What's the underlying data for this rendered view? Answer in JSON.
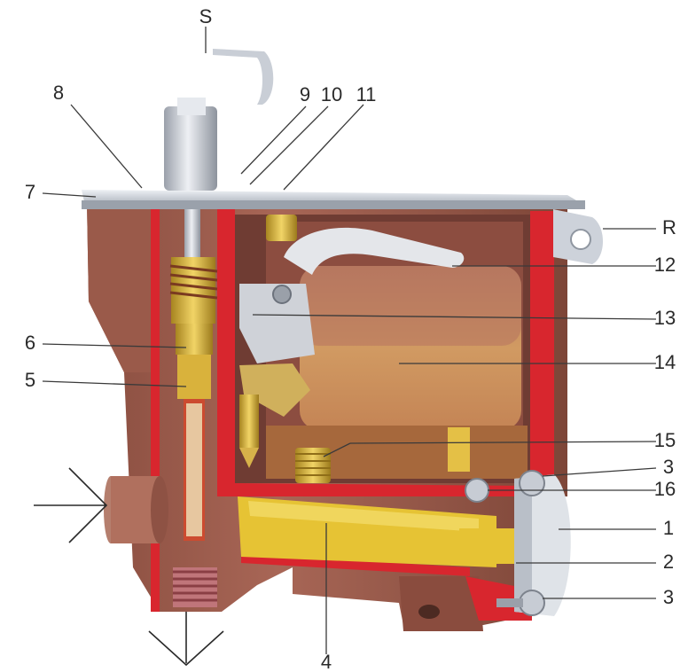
{
  "labels": {
    "s": "S",
    "r": "R",
    "n1": "1",
    "n2": "2",
    "n3a": "3",
    "n3b": "3",
    "n4": "4",
    "n5": "5",
    "n6": "6",
    "n7": "7",
    "n8": "8",
    "n9": "9",
    "n10": "10",
    "n11": "11",
    "n12": "12",
    "n13": "13",
    "n14": "14",
    "n15": "15",
    "n16": "16"
  },
  "colors": {
    "housing": "#9a5a4a",
    "housing_dark": "#7a4236",
    "cut_face": "#d8262e",
    "float": "#c98a5e",
    "brass": "#d9b23c",
    "yellow_channel": "#e6c334",
    "steel": "#c8ccd4",
    "cover_plate": "#d7dbe2"
  }
}
